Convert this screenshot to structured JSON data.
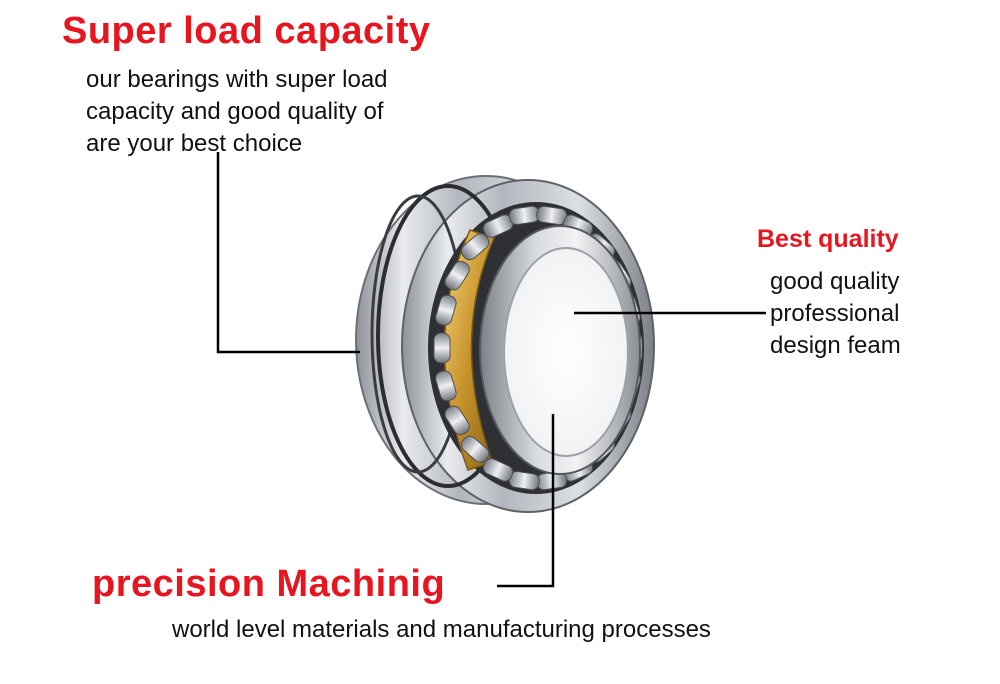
{
  "callouts": {
    "load": {
      "title": "Super load capacity",
      "lines": [
        "our bearings with super load",
        "capacity and good quality of",
        "are your best choice"
      ]
    },
    "quality": {
      "title": "Best quality",
      "lines": [
        "good quality",
        "professional",
        "design feam"
      ]
    },
    "precision": {
      "title": "precision Machinig",
      "line": "world level materials and manufacturing processes"
    }
  },
  "colors": {
    "heading": "#e8141e",
    "text": "#111111",
    "leader": "#000000",
    "steel": "#b8bcc2",
    "cage": "#d9a93c"
  },
  "icons": [
    "spherical-roller-bearing-image"
  ]
}
